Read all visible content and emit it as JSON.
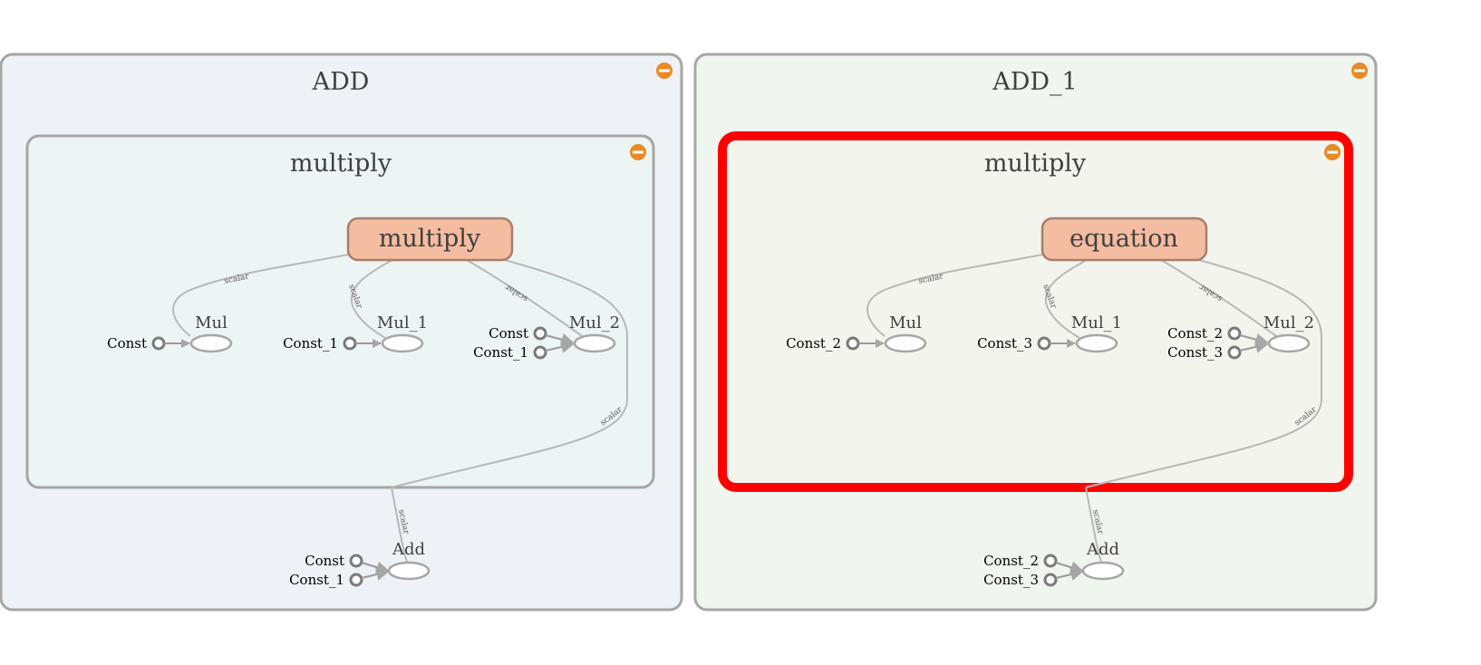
{
  "colors": {
    "outer_fill_add": "#eef1f5",
    "outer_fill_add1": "#f0f5ef",
    "inner_fill_add": "#edf5f4",
    "inner_fill_add1": "#f4f4ef",
    "group_stroke": "#a6a6a6",
    "meta_fill": "#f4bca1",
    "meta_stroke": "#a67f6b",
    "highlight": "#ff0000",
    "collapse_icon": "#e98a26"
  },
  "left": {
    "outer_title": "ADD",
    "inner_title": "multiply",
    "meta_node": "multiply",
    "ops": {
      "mul": "Mul",
      "mul1": "Mul_1",
      "mul2": "Mul_2",
      "add": "Add"
    },
    "consts": {
      "mul": "Const",
      "mul1": "Const_1",
      "mul2_a": "Const",
      "mul2_b": "Const_1",
      "add_a": "Const",
      "add_b": "Const_1"
    },
    "edge_label": "scalar"
  },
  "right": {
    "outer_title": "ADD_1",
    "inner_title": "multiply",
    "meta_node": "equation",
    "ops": {
      "mul": "Mul",
      "mul1": "Mul_1",
      "mul2": "Mul_2",
      "add": "Add"
    },
    "consts": {
      "mul": "Const_2",
      "mul1": "Const_3",
      "mul2_a": "Const_2",
      "mul2_b": "Const_3",
      "add_a": "Const_2",
      "add_b": "Const_3"
    },
    "edge_label": "scalar"
  },
  "icons": {
    "collapse": "collapse-icon"
  }
}
